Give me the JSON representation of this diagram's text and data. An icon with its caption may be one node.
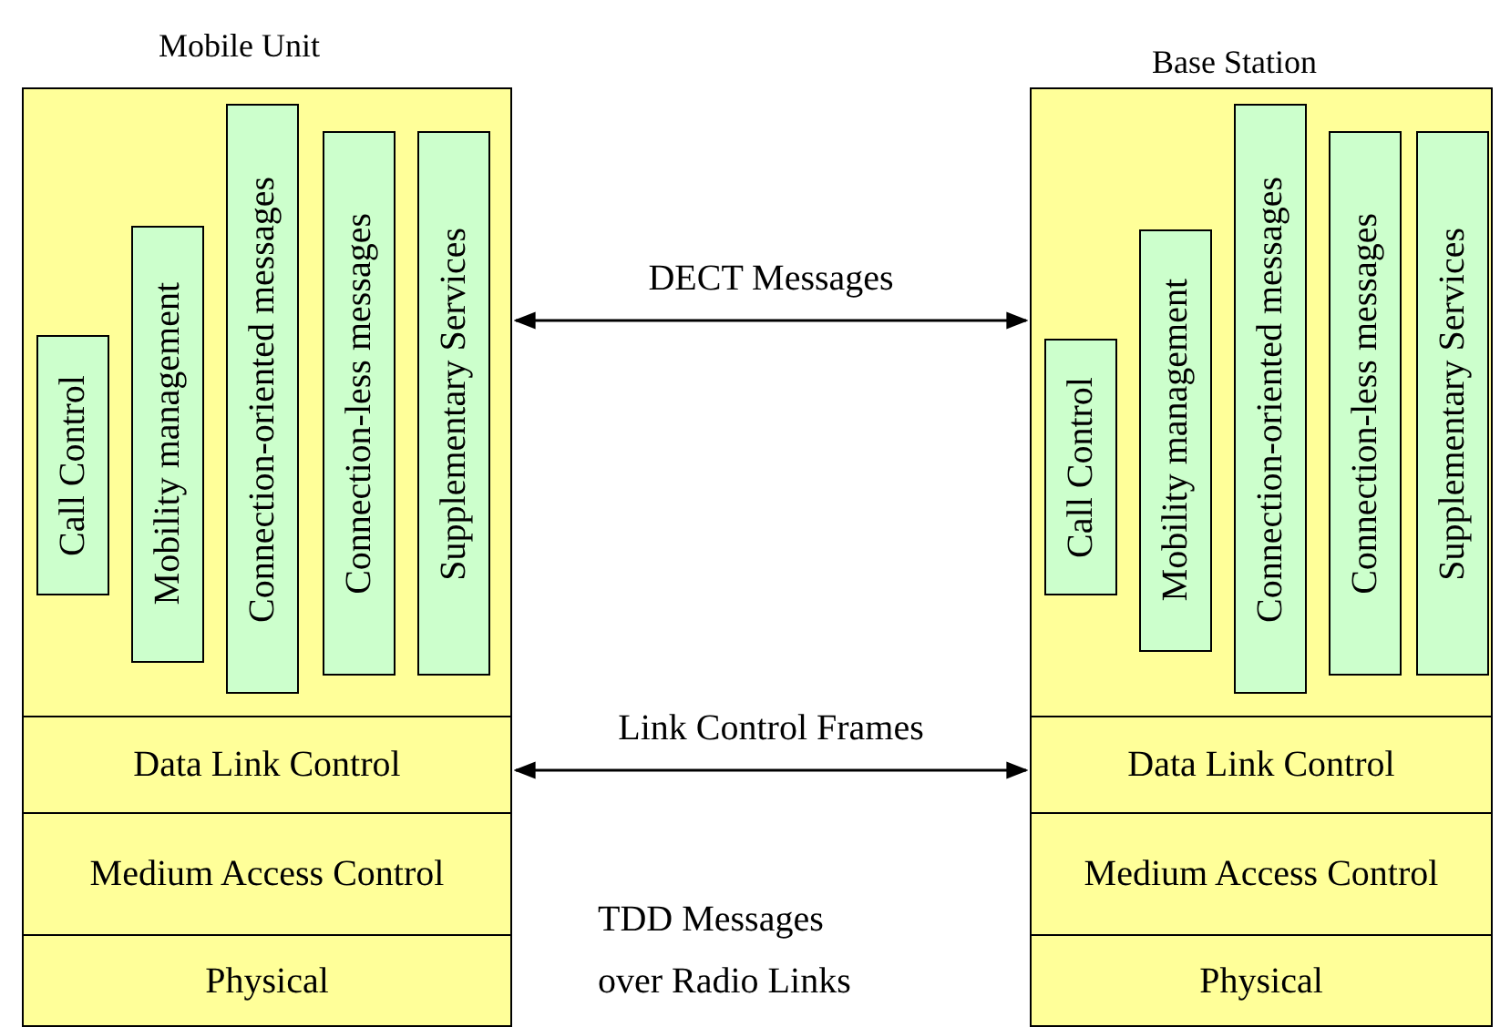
{
  "diagram": {
    "nodes": [
      {
        "text": [
          "Mobile Unit"
        ]
      },
      {
        "text": [
          "Call Control"
        ],
        "in": 0
      },
      {
        "text": [
          "Mobility management"
        ],
        "in": 0
      },
      {
        "text": [
          "Connection-oriented messages"
        ],
        "in": 0
      },
      {
        "text": [
          "Connection-less messages"
        ],
        "in": 0
      },
      {
        "text": [
          "Supplementary Services"
        ],
        "in": 0
      },
      {
        "text": [
          "Data Link Control"
        ],
        "in": 0
      },
      {
        "text": [
          "Medium Access Control"
        ],
        "in": 0
      },
      {
        "text": [
          "Physical"
        ],
        "in": 0
      },
      {
        "text": [
          "Base Station"
        ]
      },
      {
        "text": [
          "Call Control"
        ],
        "in": 9
      },
      {
        "text": [
          "Mobility management"
        ],
        "in": 9
      },
      {
        "text": [
          "Connection-oriented messages"
        ],
        "in": 9
      },
      {
        "text": [
          "Connection-less messages"
        ],
        "in": 9
      },
      {
        "text": [
          "Supplementary Services"
        ],
        "in": 9
      },
      {
        "text": [
          "Data Link Control"
        ],
        "in": 9
      },
      {
        "text": [
          "Medium Access Control"
        ],
        "in": 9
      },
      {
        "text": [
          "Physical"
        ],
        "in": 9
      }
    ],
    "edges": [
      {
        "from": 0,
        "to": 9,
        "arrow": "both",
        "label": "DECT Messages"
      },
      {
        "from": 6,
        "to": 15,
        "arrow": "both",
        "label": "Link Control Frames"
      }
    ],
    "labels": [
      "TDD Messages over Radio Links"
    ]
  }
}
